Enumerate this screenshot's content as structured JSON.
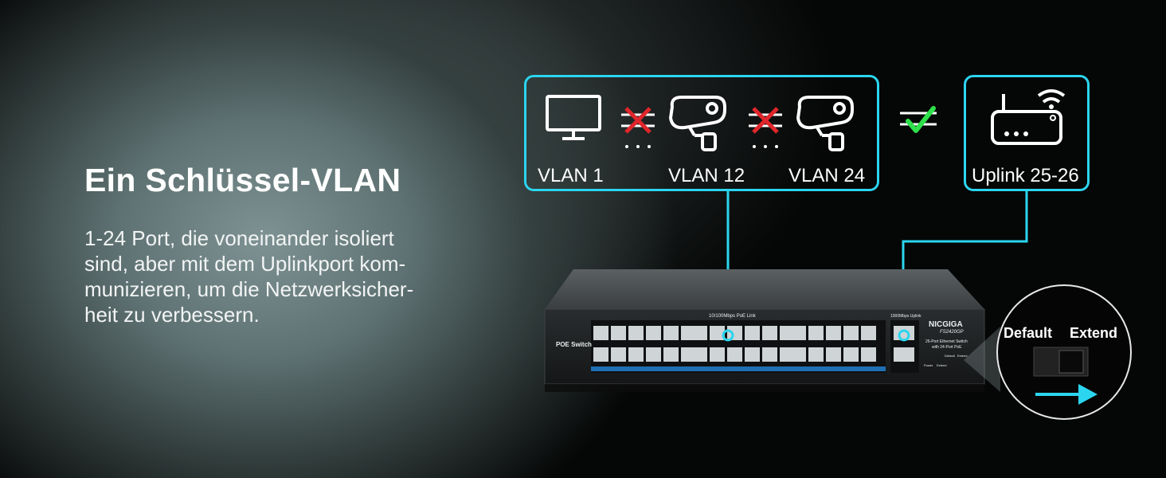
{
  "headline": "Ein Schlüssel-VLAN",
  "description_lines": [
    "1-24 Port, die voneinander isoliert",
    "sind, aber mit dem Uplinkport kom-",
    "munizieren, um die Netzwerksicher-",
    "heit zu verbessern."
  ],
  "vlan_labels": [
    "VLAN 1",
    "VLAN 12",
    "VLAN 24"
  ],
  "uplink_label": "Uplink 25-26",
  "switch": {
    "brand": "NICGIGA",
    "model": "FS2420GP",
    "desc_line1": "26-Port Ethernet Switch",
    "desc_line2": "with 24-Port PoE",
    "side_label": "POE Switch",
    "poe_link_label": "10/100Mbps PoE Link",
    "uplink_link_label": "1000Mbps Uplink",
    "led_power": "Power",
    "led_extend": "Extend",
    "dip_default": "Default",
    "dip_extend": "Extend"
  },
  "zoom": {
    "default_label": "Default",
    "extend_label": "Extend"
  },
  "icons": {
    "monitor": "monitor-icon",
    "camera": "security-camera-icon",
    "router": "wifi-router-icon",
    "blocked": "red-x-icon",
    "allowed": "green-check-icon"
  },
  "colors": {
    "accent": "#2bd5ef",
    "blocked": "#e0262b",
    "allowed": "#2ee04a"
  }
}
